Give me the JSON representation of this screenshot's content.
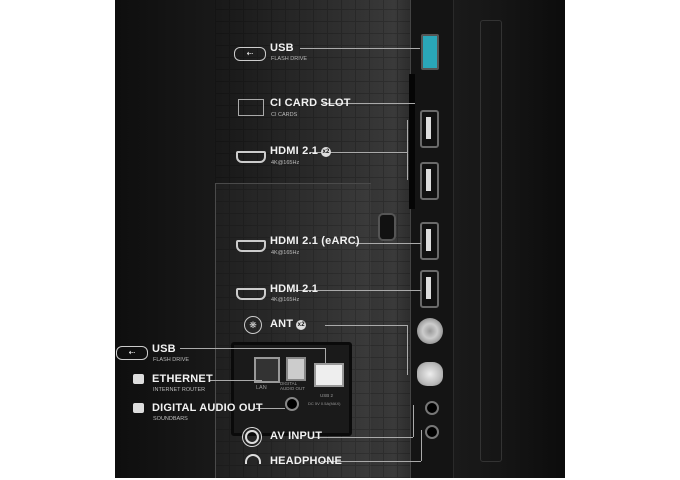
{
  "callouts": {
    "usb_top": {
      "title": "USB",
      "subtitle": "FLASH DRIVE",
      "icon": "usb-icon"
    },
    "ci_slot": {
      "title": "CI CARD SLOT",
      "subtitle": "CI CARDS",
      "icon": "card-slot-icon"
    },
    "hdmi_pair": {
      "title": "HDMI 2.1",
      "badge": "x2",
      "subtitle": "4K@165Hz",
      "icon": "hdmi-icon"
    },
    "hdmi_earc": {
      "title": "HDMI 2.1 (eARC)",
      "subtitle": "4K@165Hz",
      "icon": "hdmi-icon"
    },
    "hdmi_single": {
      "title": "HDMI 2.1",
      "subtitle": "4K@165Hz",
      "icon": "hdmi-icon"
    },
    "ant": {
      "title": "ANT",
      "badge": "x2",
      "icon": "antenna-icon"
    },
    "usb_bottom": {
      "title": "USB",
      "subtitle": "FLASH DRIVE",
      "icon": "usb-icon"
    },
    "ethernet": {
      "title": "ETHERNET",
      "subtitle": "INTERNET ROUTER",
      "icon": "ethernet-icon"
    },
    "digital_audio": {
      "title": "DIGITAL AUDIO OUT",
      "subtitle": "SOUNDBARS",
      "icon": "optical-icon"
    },
    "av_input": {
      "title": "AV INPUT",
      "icon": "av-icon"
    },
    "headphone": {
      "title": "HEADPHONE",
      "icon": "headphone-icon"
    }
  },
  "panel_labels": {
    "lan": "LAN",
    "optical": "DIGITAL AUDIO OUT",
    "usb2": "USB 2",
    "usb2_power": "DC 5V 0.5A(MAX)"
  },
  "colors": {
    "background": "#1a1a1a",
    "text": "#f2f2f2",
    "usb_port": "#2aa6b8"
  }
}
